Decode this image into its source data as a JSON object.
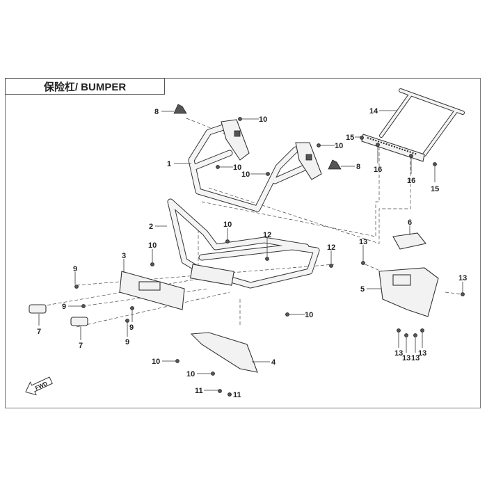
{
  "title": "保险杠/ BUMPER",
  "fwd_label": "FWD",
  "callouts": [
    "1",
    "8",
    "10",
    "10",
    "10",
    "10",
    "15",
    "8",
    "16",
    "16",
    "15",
    "14",
    "2",
    "10",
    "10",
    "12",
    "12",
    "13",
    "6",
    "5",
    "13",
    "3",
    "9",
    "9",
    "9",
    "9",
    "7",
    "7",
    "10",
    "4",
    "10",
    "10",
    "11",
    "11",
    "13",
    "13",
    "13",
    "13"
  ]
}
